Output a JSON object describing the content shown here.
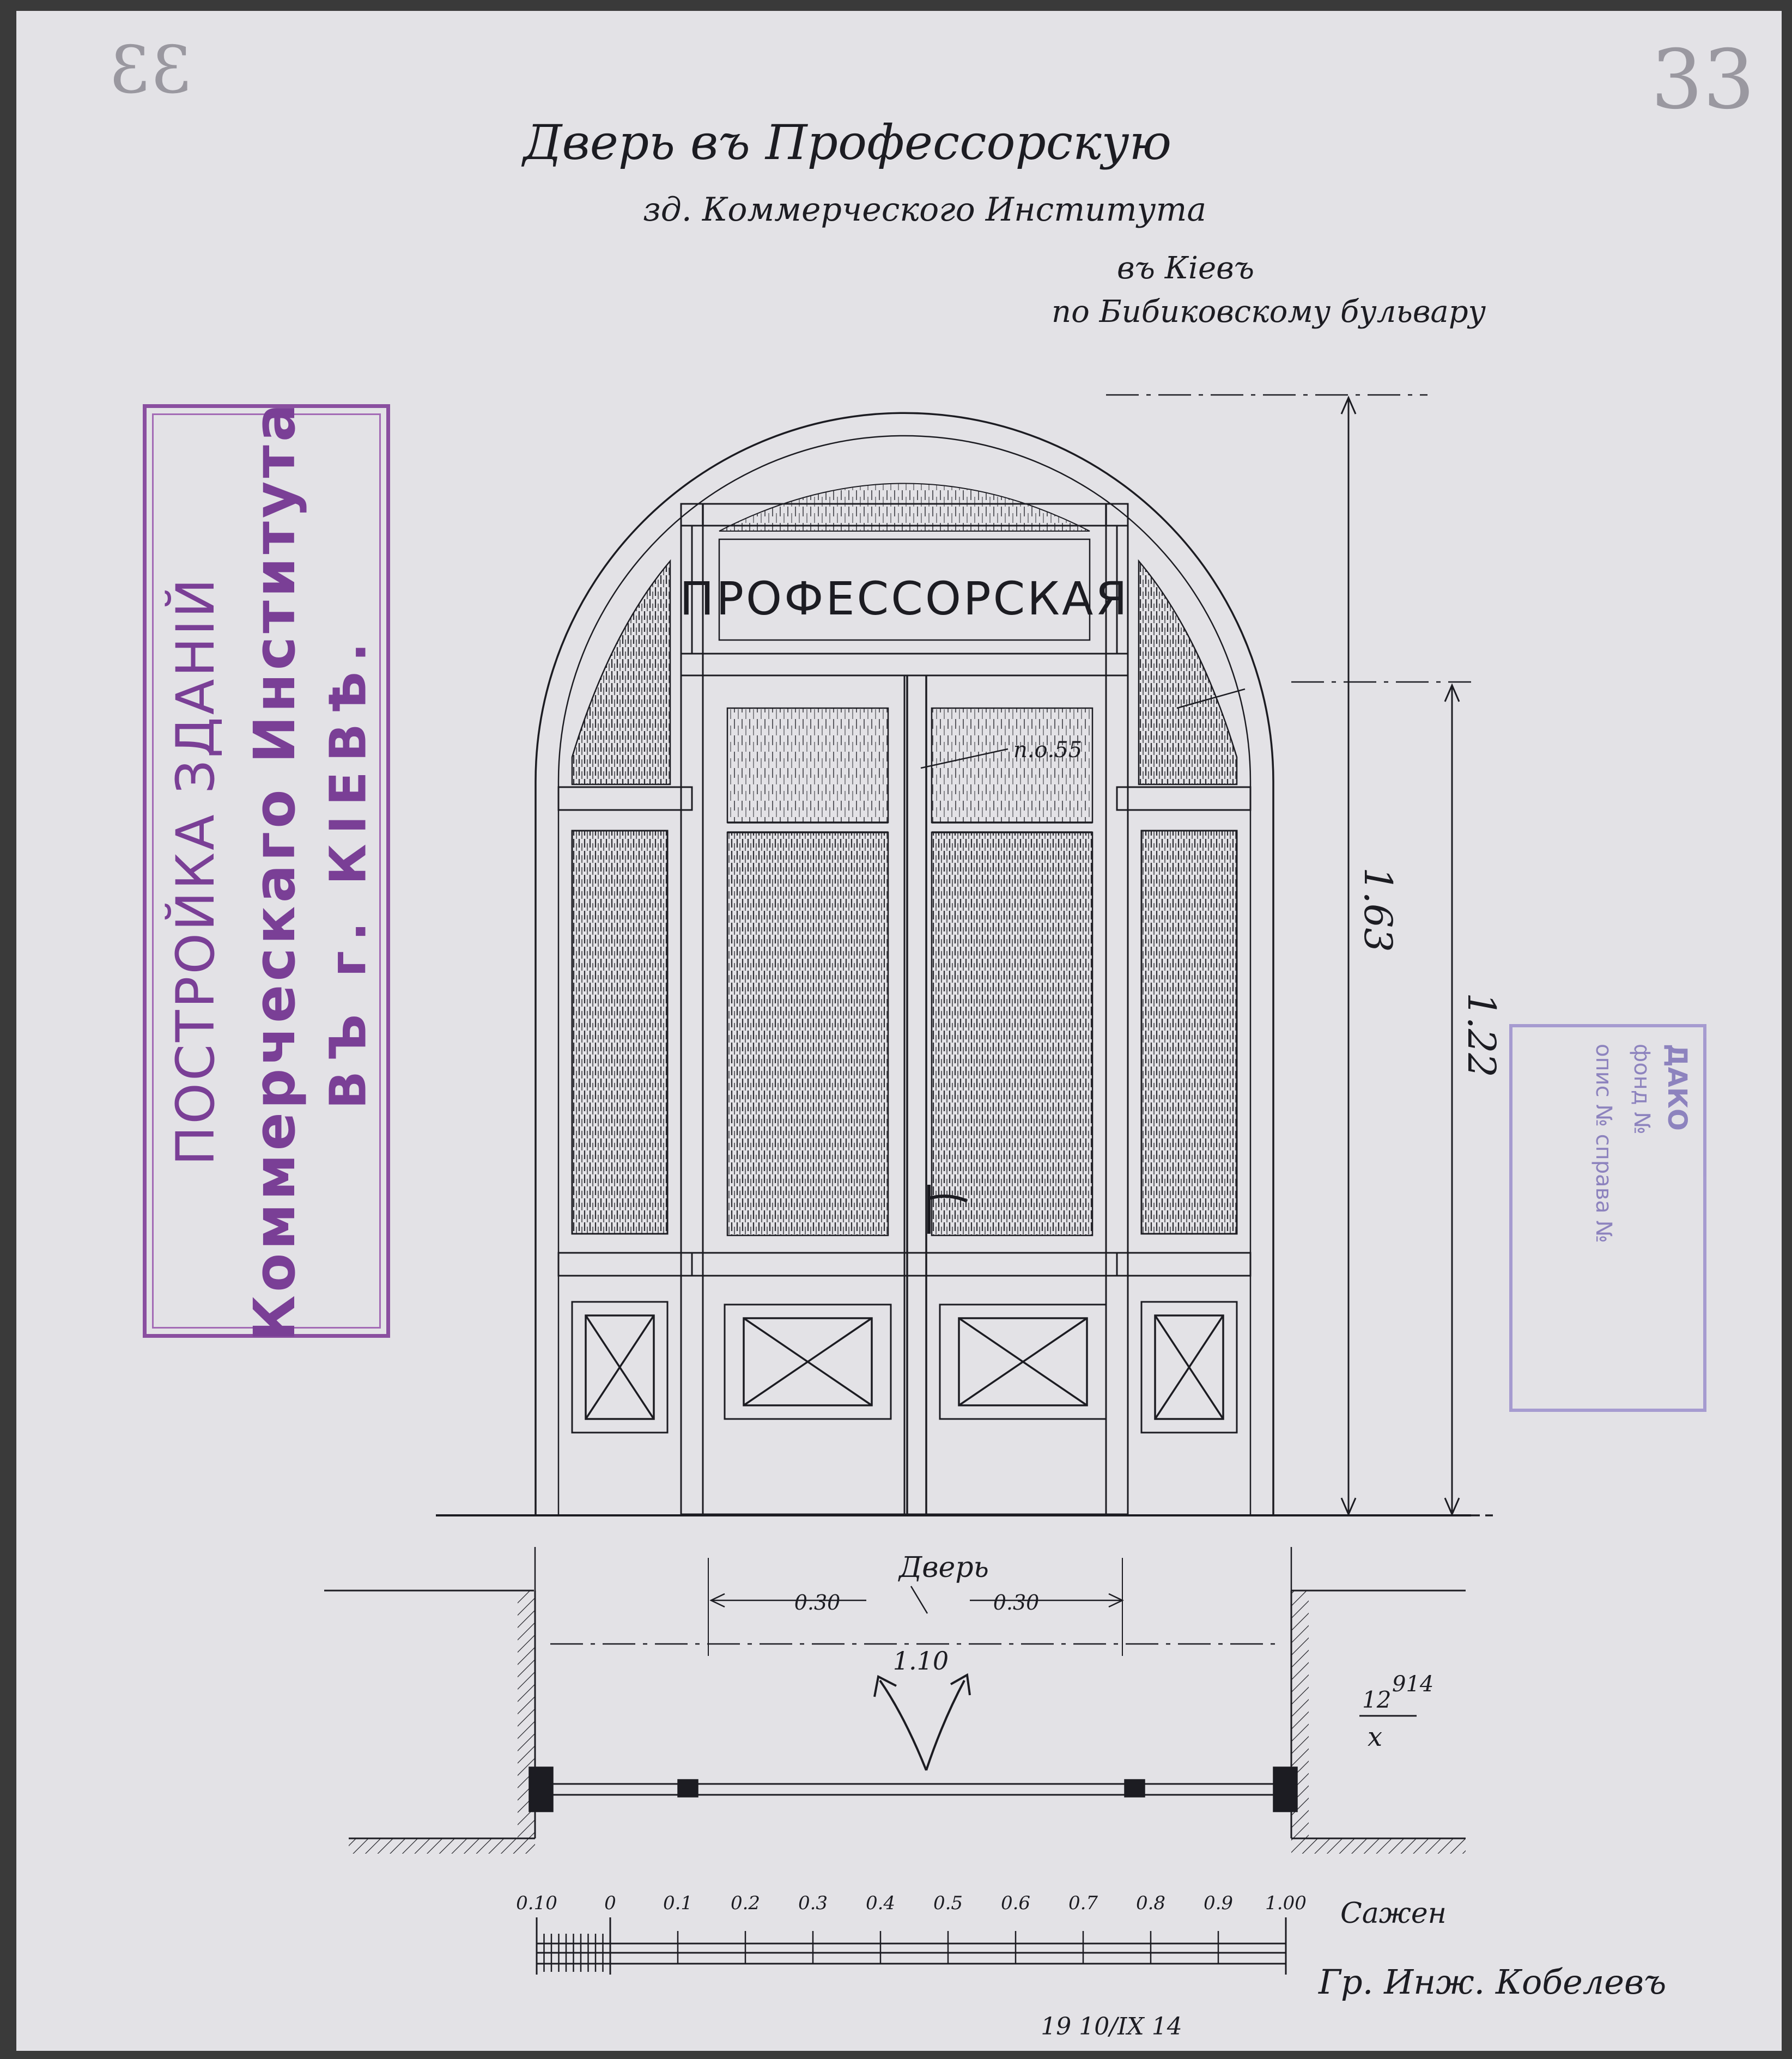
{
  "title": {
    "line1": "Дверь въ Профессорскую",
    "line2": "зд. Коммерческого Института",
    "line3": "въ Кiевъ",
    "line4": "по Бибиковскому бульвару"
  },
  "sheet_number": "33",
  "sign_text": "ПРОФЕССОРСКАЯ",
  "stamp_main": {
    "line1": "ПОСТРОЙКА ЗДАНІЙ",
    "line2": "Коммерческаго Института",
    "line3": "ВЪ г. КІЕВѢ."
  },
  "stamp_archive": {
    "line1": "ДАКО",
    "line2": "фонд №",
    "line3": "опис № справа №"
  },
  "dimensions": {
    "height_total": "1.63",
    "height_door": "1.22",
    "panel_note": "п.о.55",
    "door_label": "Дверь",
    "leaf_left": "0.30",
    "leaf_right": "0.30",
    "opening_width": "1.10"
  },
  "note_fraction": {
    "num": "12",
    "sup": "914",
    "den": "x"
  },
  "scale": {
    "labels": [
      "0.10",
      "0",
      "0.1",
      "0.2",
      "0.3",
      "0.4",
      "0.5",
      "0.6",
      "0.7",
      "0.8",
      "0.9",
      "1.00"
    ],
    "unit": "Сажен"
  },
  "date": "19 10/IX 14",
  "signature": "Гр. Инж. Кобелевъ",
  "colors": {
    "paper": "#e3e2e6",
    "ink": "#1c1c22",
    "stamp_violet": "#8a4fa0",
    "stamp_blue": "#9b8ecb"
  }
}
